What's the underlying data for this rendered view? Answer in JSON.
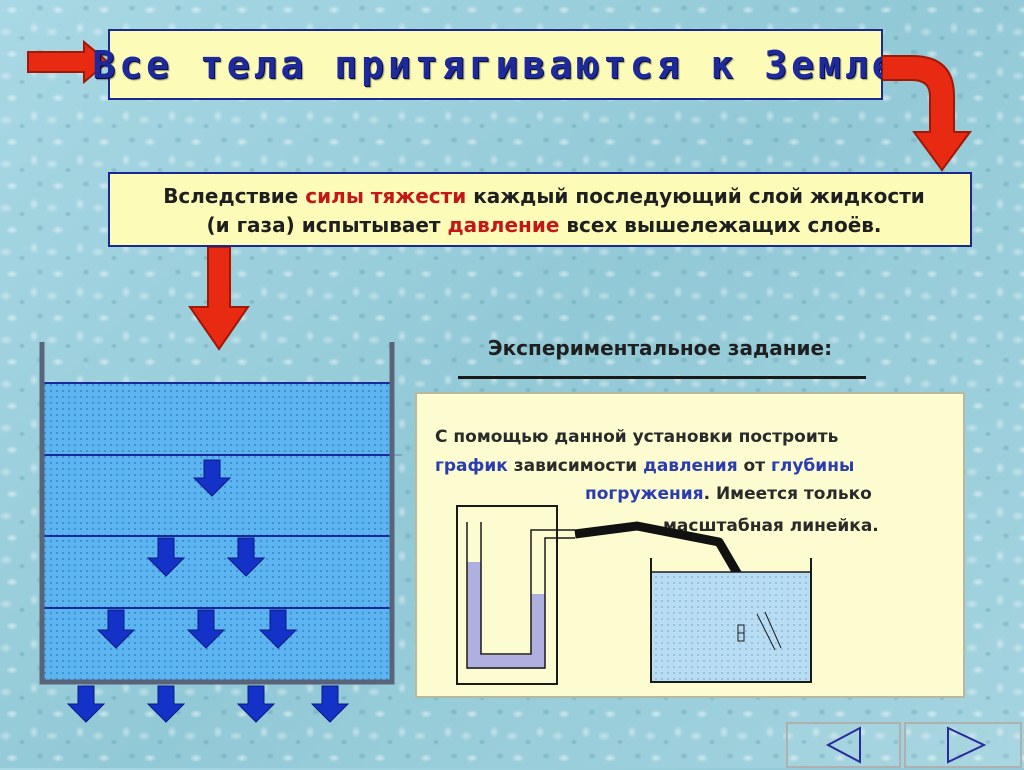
{
  "title": "Все тела притягиваются к Земле",
  "info": {
    "p1": "Вследствие ",
    "p2": "силы тяжести",
    "p3": " каждый последующий слой жидкости",
    "p4": "(и газа) испытывает ",
    "p5": "давление",
    "p6": " всех вышележащих слоёв."
  },
  "task": {
    "heading": "Экспериментальное задание:",
    "l1": "С помощью данной установки построить",
    "l2a": "график",
    "l2b": " зависимости ",
    "l2c": "давления",
    "l2d": " от ",
    "l2e": "глубины",
    "l3a": "погружения",
    "l3b": ". Имеется только",
    "l4": "масштабная  линейка."
  },
  "colors": {
    "title_text": "#1e2a9c",
    "box_fill": "#fcfcb8",
    "highlight_red": "#c41818",
    "highlight_blue": "#2a3cb0",
    "arrow_red": "#e82a12",
    "arrow_blue": "#1432c8",
    "liquid": "#5cb4f0"
  },
  "icons": {
    "prev": "triangle-left-icon",
    "next": "triangle-right-icon"
  }
}
